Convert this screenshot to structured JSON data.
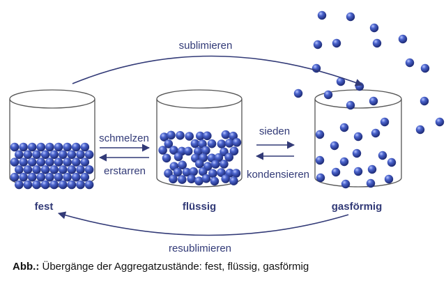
{
  "states": {
    "solid": "fest",
    "liquid": "flüssig",
    "gas": "gasförmig"
  },
  "transitions": {
    "sublimation": "sublimieren",
    "melting": "schmelzen",
    "freezing": "erstarren",
    "boiling": "sieden",
    "condensing": "kondensieren",
    "deposition": "resublimieren"
  },
  "caption": {
    "prefix": "Abb.:",
    "text": " Übergänge der Aggregatzustände: fest, flüssig, gasförmig"
  },
  "colors": {
    "particle": "#3a4fb8",
    "text": "#323a77",
    "container": "#555555",
    "arrow": "#323a77"
  }
}
